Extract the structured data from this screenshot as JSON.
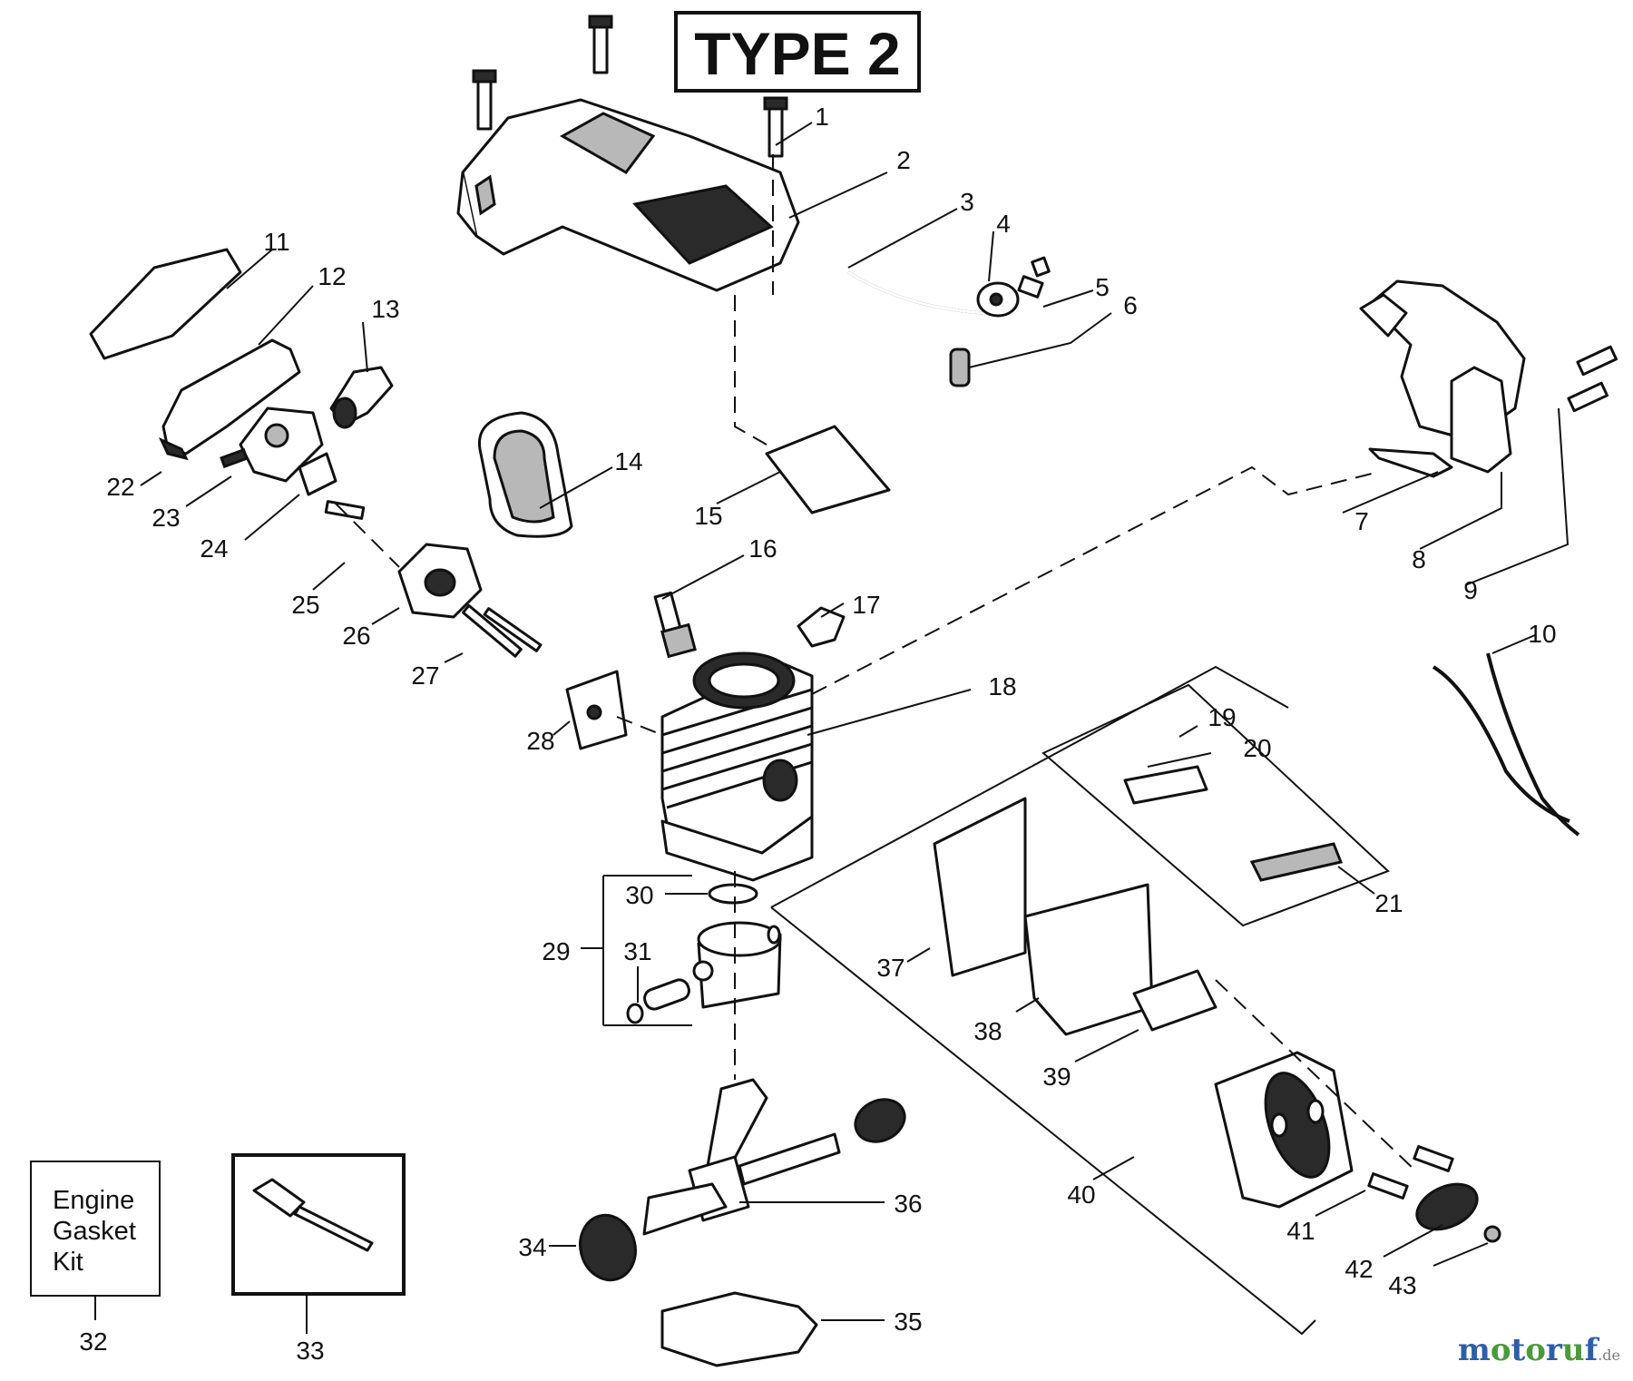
{
  "title": "TYPE 2",
  "kit": {
    "line1": "Engine",
    "line2": "Gasket",
    "line3": "Kit"
  },
  "callouts": [
    "1",
    "2",
    "3",
    "4",
    "5",
    "6",
    "7",
    "8",
    "9",
    "10",
    "11",
    "12",
    "13",
    "14",
    "15",
    "16",
    "17",
    "18",
    "19",
    "20",
    "21",
    "22",
    "23",
    "24",
    "25",
    "26",
    "27",
    "28",
    "29",
    "30",
    "31",
    "32",
    "33",
    "34",
    "35",
    "36",
    "37",
    "38",
    "39",
    "40",
    "41",
    "42",
    "43"
  ],
  "watermark": {
    "brand": "motoruf",
    "suffix": ".de",
    "colors": {
      "primary": "#2d5fa8",
      "accent": "#4a9a3a"
    }
  }
}
